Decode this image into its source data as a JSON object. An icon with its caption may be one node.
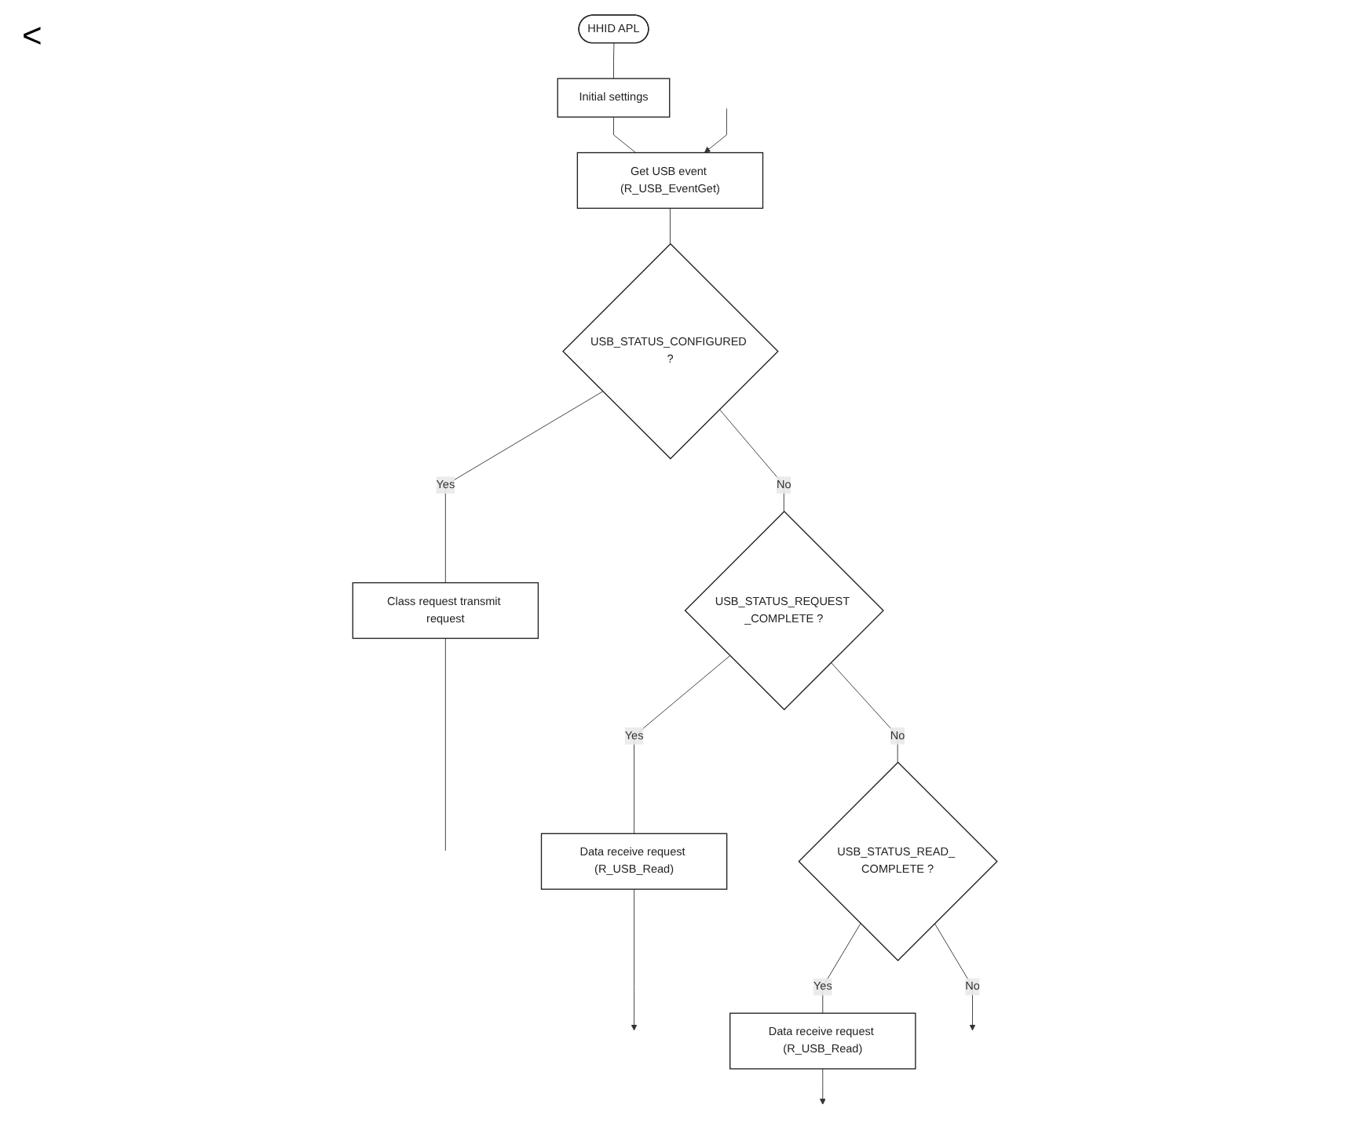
{
  "diagram": {
    "nodes": [
      {
        "text": [
          "HHID APL"
        ]
      },
      {
        "text": [
          "Initial settings"
        ]
      },
      {
        "text": [
          "Get USB event (R_USB_EventGet)"
        ]
      },
      {
        "text": [
          "USB_STATUS_CONFIGURED ?"
        ]
      },
      {
        "text": [
          "Class request transmit request"
        ]
      },
      {
        "text": [
          "USB_STATUS_REQUEST _COMPLETE ?"
        ]
      },
      {
        "text": [
          "Data receive request (R_USB_Read)"
        ]
      },
      {
        "text": [
          "USB_STATUS_READ_ COMPLETE ?"
        ]
      },
      {
        "text": [
          "Data receive request (R_USB_Read)"
        ]
      }
    ],
    "edges": [
      {
        "from": 0,
        "to": 1,
        "arrow": "none"
      },
      {
        "from": 1,
        "to": 2,
        "arrow": "none"
      },
      {
        "from": null,
        "to": 2,
        "arrow": "to"
      },
      {
        "from": 2,
        "to": 3,
        "arrow": "none"
      },
      {
        "from": 3,
        "to": 4,
        "label": "Yes",
        "arrow": "none"
      },
      {
        "from": 4,
        "to": null,
        "arrow": "none"
      },
      {
        "from": 3,
        "to": 5,
        "label": "No",
        "arrow": "none"
      },
      {
        "from": 5,
        "to": 6,
        "label": "Yes",
        "arrow": "none"
      },
      {
        "from": 6,
        "to": null,
        "arrow": "to"
      },
      {
        "from": 5,
        "to": 7,
        "label": "No",
        "arrow": "none"
      },
      {
        "from": 7,
        "to": 8,
        "label": "Yes",
        "arrow": "none"
      },
      {
        "from": 8,
        "to": null,
        "arrow": "to"
      },
      {
        "from": 7,
        "to": null,
        "label": "No",
        "arrow": "to"
      }
    ],
    "labels": [
      "<"
    ]
  }
}
